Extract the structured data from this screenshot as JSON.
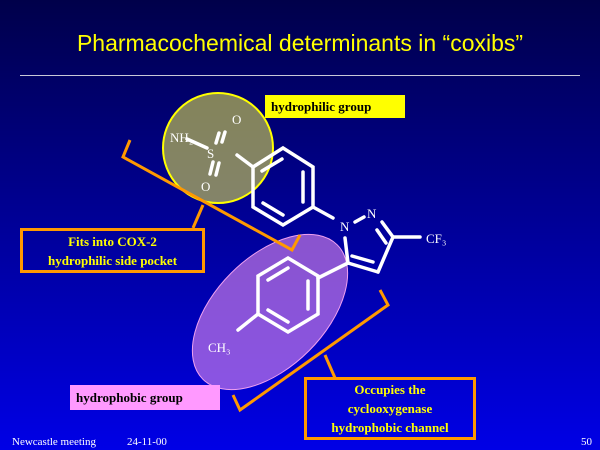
{
  "slide": {
    "title": "Pharmacochemical determinants in “coxibs”",
    "labels": {
      "hydrophilic": "hydrophilic group",
      "hydrophobic": "hydrophobic group"
    },
    "callouts": {
      "pocket": [
        "Fits into COX-2",
        "hydrophilic side pocket"
      ],
      "channel": [
        "Occupies the",
        "cyclooxygenase",
        "hydrophobic channel"
      ]
    },
    "molecule": {
      "nh2": "NH₂",
      "o_top": "O",
      "o_bottom": "O",
      "s": "S",
      "n1": "N",
      "n2": "N",
      "cf3": "CF₃",
      "ch3": "CH₃"
    },
    "footer": {
      "event": "Newcastle meeting",
      "date": "24-11-00",
      "page": "50"
    }
  },
  "colors": {
    "title": "#ffff00",
    "bracket": "#ff9900",
    "hydrophilic": "#ffff00",
    "hydrophobic": "#ff99ff"
  }
}
